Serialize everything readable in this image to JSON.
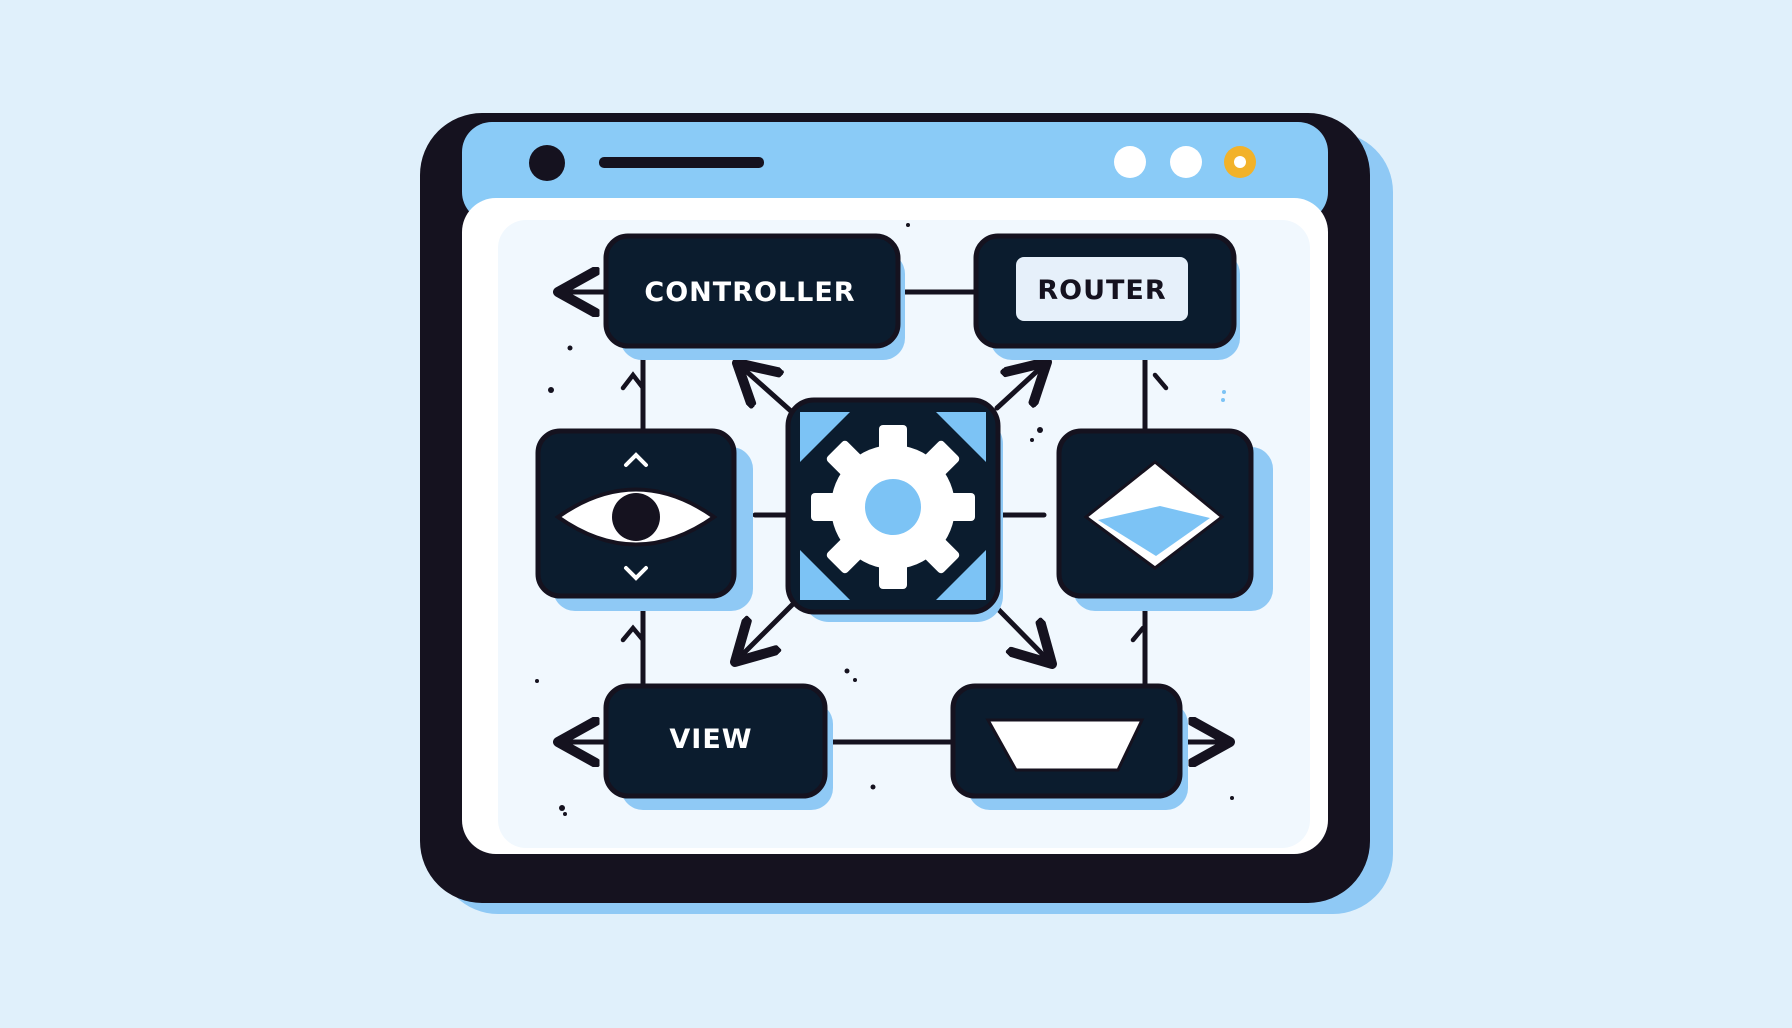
{
  "colors": {
    "background": "#e0f0fb",
    "frame": "#15121f",
    "titlebar": "#8acbf7",
    "canvas": "#ffffff",
    "accent_blue": "#7cc3f5",
    "box_fill": "#0b1c2e",
    "accent_orange": "#f2b22a"
  },
  "window": {
    "title_icon": "circle-dot-icon",
    "controls": [
      "window-dot-1",
      "window-dot-2",
      "window-dot-3-orange"
    ]
  },
  "nodes": {
    "controller": {
      "label": "CONTROLLER"
    },
    "router": {
      "label": "ROUTER"
    },
    "view": {
      "label": "VIEW"
    },
    "eye": {
      "icon": "eye-icon"
    },
    "gear": {
      "icon": "gear-icon"
    },
    "diamond": {
      "icon": "diamond-icon"
    },
    "tray": {
      "icon": "tray-icon"
    }
  }
}
